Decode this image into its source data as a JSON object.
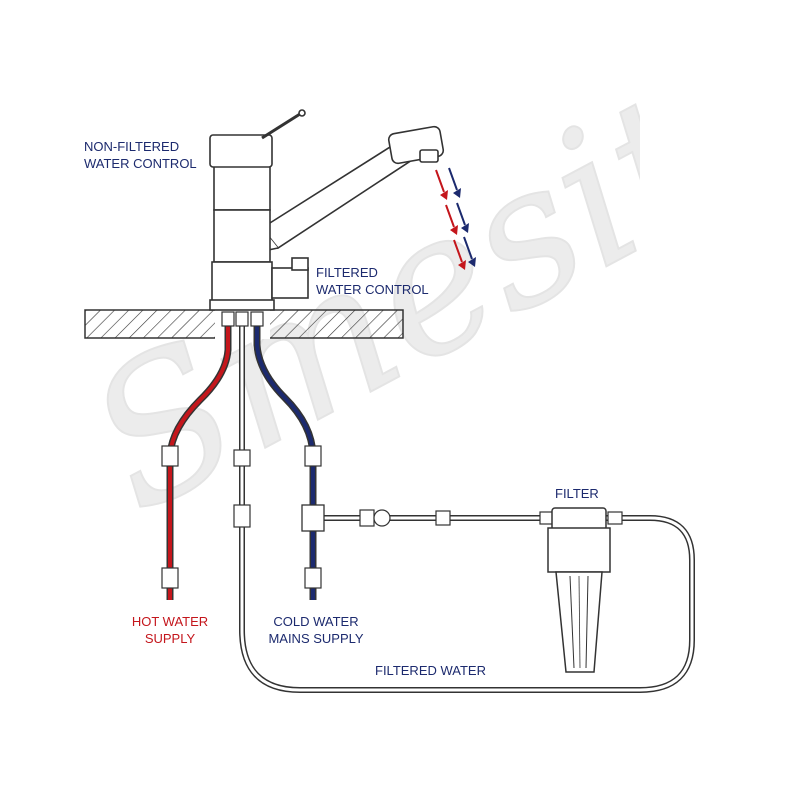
{
  "labels": {
    "non_filtered_line1": "NON-FILTERED",
    "non_filtered_line2": "WATER CONTROL",
    "filtered_line1": "FILTERED",
    "filtered_line2": "WATER CONTROL",
    "hot_line1": "HOT WATER",
    "hot_line2": "SUPPLY",
    "cold_line1": "COLD WATER",
    "cold_line2": "MAINS SUPPLY",
    "filter": "FILTER",
    "filtered_water": "FILTERED WATER"
  },
  "watermark": "Smesiteli",
  "colors": {
    "hot": "#c4161c",
    "cold": "#1c2a6e",
    "outline": "#333333",
    "text": "#1c2a6e",
    "watermark": "#e9e9e9"
  }
}
